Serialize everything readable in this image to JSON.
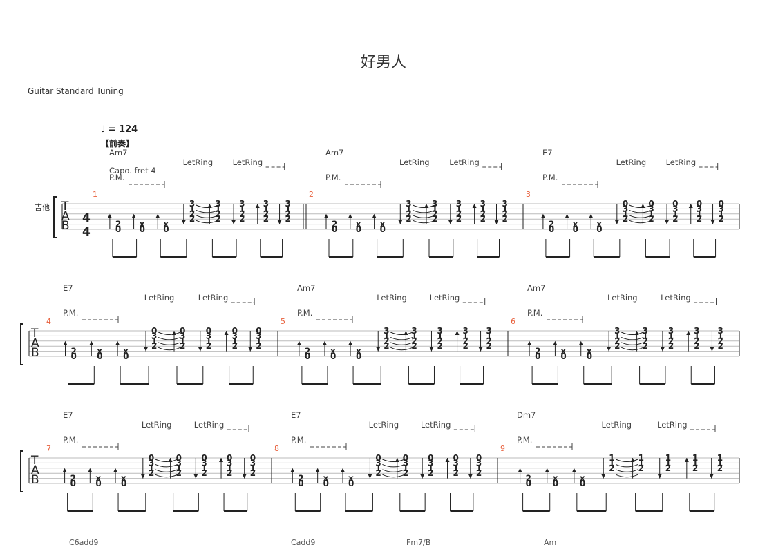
{
  "title": "好男人",
  "tuning": "Guitar Standard Tuning",
  "tempo": "= 124",
  "section": "【前奏】",
  "instrument": "吉他",
  "capo": "Capo. fret 4",
  "pm_label": "P.M.",
  "let_ring_label": "LetRing",
  "tab_letters": [
    "T",
    "A",
    "B"
  ],
  "time_signature": {
    "top": "4",
    "bottom": "4"
  },
  "measures": [
    {
      "number": "1",
      "chord": "Am7",
      "chord_type": "am"
    },
    {
      "number": "2",
      "chord": "Am7",
      "chord_type": "am"
    },
    {
      "number": "3",
      "chord": "E7",
      "chord_type": "e"
    },
    {
      "number": "4",
      "chord": "E7",
      "chord_type": "e"
    },
    {
      "number": "5",
      "chord": "Am7",
      "chord_type": "am"
    },
    {
      "number": "6",
      "chord": "Am7",
      "chord_type": "am"
    },
    {
      "number": "7",
      "chord": "E7",
      "chord_type": "e"
    },
    {
      "number": "8",
      "chord": "E7",
      "chord_type": "e"
    },
    {
      "number": "9",
      "chord": "Dm7",
      "chord_type": "dm"
    }
  ],
  "bottom_chords": [
    "C6add9",
    "Cadd9",
    "Fm7/B",
    "Am"
  ]
}
